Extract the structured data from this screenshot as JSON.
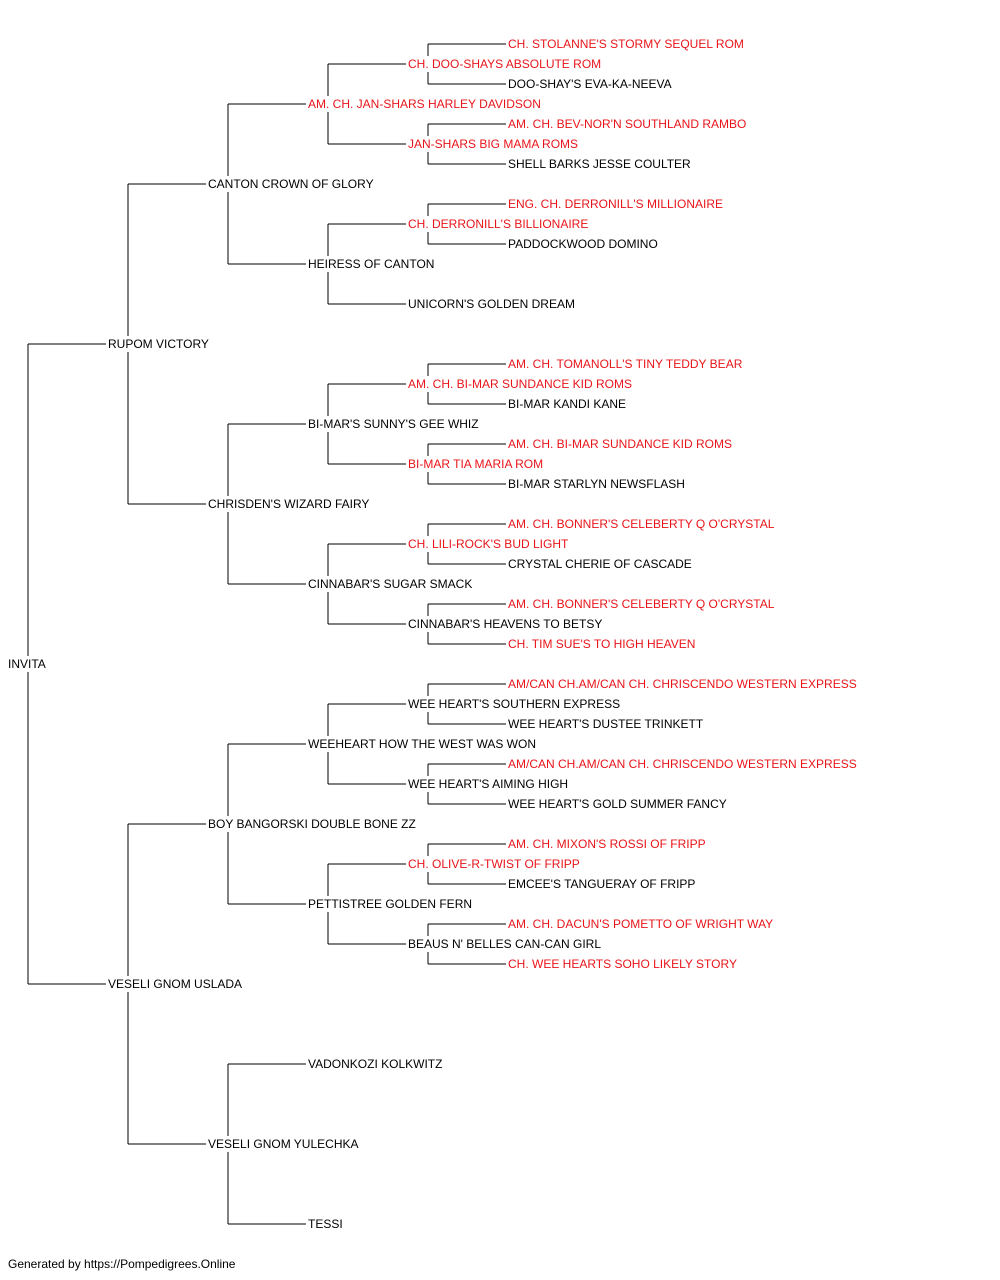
{
  "colors": {
    "champion": "#e8141a",
    "regular": "#000000",
    "lines": "#000000"
  },
  "pedigree": {
    "name": "INVITA",
    "champion": false,
    "sire": {
      "name": "RUPOM VICTORY",
      "champion": false,
      "sire": {
        "name": "CANTON CROWN OF GLORY",
        "champion": false,
        "sire": {
          "name": "AM. CH. JAN-SHARS HARLEY DAVIDSON",
          "champion": true,
          "sire": {
            "name": "CH. DOO-SHAYS ABSOLUTE ROM",
            "champion": true,
            "sire": {
              "name": "CH. STOLANNE'S STORMY SEQUEL ROM",
              "champion": true
            },
            "dam": {
              "name": "DOO-SHAY'S EVA-KA-NEEVA",
              "champion": false
            }
          },
          "dam": {
            "name": "JAN-SHARS BIG MAMA ROMS",
            "champion": true,
            "sire": {
              "name": "AM. CH. BEV-NOR'N SOUTHLAND RAMBO",
              "champion": true
            },
            "dam": {
              "name": "SHELL BARKS JESSE COULTER",
              "champion": false
            }
          }
        },
        "dam": {
          "name": "HEIRESS OF CANTON",
          "champion": false,
          "sire": {
            "name": "CH. DERRONILL'S BILLIONAIRE",
            "champion": true,
            "sire": {
              "name": "ENG. CH. DERRONILL'S MILLIONAIRE",
              "champion": true
            },
            "dam": {
              "name": "PADDOCKWOOD DOMINO",
              "champion": false
            }
          },
          "dam": {
            "name": "UNICORN'S GOLDEN DREAM",
            "champion": false
          }
        }
      },
      "dam": {
        "name": "CHRISDEN'S WIZARD FAIRY",
        "champion": false,
        "sire": {
          "name": "BI-MAR'S SUNNY'S GEE WHIZ",
          "champion": false,
          "sire": {
            "name": "AM. CH. BI-MAR SUNDANCE KID ROMS",
            "champion": true,
            "sire": {
              "name": "AM. CH. TOMANOLL'S TINY TEDDY BEAR",
              "champion": true
            },
            "dam": {
              "name": "BI-MAR KANDI KANE",
              "champion": false
            }
          },
          "dam": {
            "name": "BI-MAR TIA MARIA ROM",
            "champion": true,
            "sire": {
              "name": "AM. CH. BI-MAR SUNDANCE KID ROMS",
              "champion": true
            },
            "dam": {
              "name": "BI-MAR STARLYN NEWSFLASH",
              "champion": false
            }
          }
        },
        "dam": {
          "name": "CINNABAR'S SUGAR SMACK",
          "champion": false,
          "sire": {
            "name": "CH. LILI-ROCK'S BUD LIGHT",
            "champion": true,
            "sire": {
              "name": "AM. CH. BONNER'S CELEBERTY Q O'CRYSTAL",
              "champion": true
            },
            "dam": {
              "name": "CRYSTAL CHERIE OF CASCADE",
              "champion": false
            }
          },
          "dam": {
            "name": "CINNABAR'S HEAVENS TO BETSY",
            "champion": false,
            "sire": {
              "name": "AM. CH. BONNER'S CELEBERTY Q O'CRYSTAL",
              "champion": true
            },
            "dam": {
              "name": "CH. TIM SUE'S TO HIGH HEAVEN",
              "champion": true
            }
          }
        }
      }
    },
    "dam": {
      "name": "VESELI GNOM USLADA",
      "champion": false,
      "sire": {
        "name": "BOY BANGORSKI DOUBLE BONE ZZ",
        "champion": false,
        "sire": {
          "name": "WEEHEART HOW THE WEST WAS WON",
          "champion": false,
          "sire": {
            "name": "WEE HEART'S SOUTHERN EXPRESS",
            "champion": false,
            "sire": {
              "name": "AM/CAN CH.AM/CAN CH. CHRISCENDO WESTERN EXPRESS",
              "champion": true
            },
            "dam": {
              "name": "WEE HEART'S DUSTEE TRINKETT",
              "champion": false
            }
          },
          "dam": {
            "name": "WEE HEART'S AIMING HIGH",
            "champion": false,
            "sire": {
              "name": "AM/CAN CH.AM/CAN CH. CHRISCENDO WESTERN EXPRESS",
              "champion": true
            },
            "dam": {
              "name": "WEE HEART'S GOLD SUMMER FANCY",
              "champion": false
            }
          }
        },
        "dam": {
          "name": "PETTISTREE GOLDEN FERN",
          "champion": false,
          "sire": {
            "name": "CH. OLIVE-R-TWIST OF FRIPP",
            "champion": true,
            "sire": {
              "name": "AM. CH. MIXON'S ROSSI OF FRIPP",
              "champion": true
            },
            "dam": {
              "name": "EMCEE'S TANGUERAY OF FRIPP",
              "champion": false
            }
          },
          "dam": {
            "name": "BEAUS N' BELLES CAN-CAN GIRL",
            "champion": false,
            "sire": {
              "name": "AM. CH. DACUN'S POMETTO OF WRIGHT WAY",
              "champion": true
            },
            "dam": {
              "name": "CH. WEE HEARTS SOHO LIKELY STORY",
              "champion": true
            }
          }
        }
      },
      "dam": {
        "name": "VESELI GNOM YULECHKA",
        "champion": false,
        "sire": {
          "name": "VADONKOZI KOLKWITZ",
          "champion": false
        },
        "dam": {
          "name": "TESSI",
          "champion": false
        }
      }
    }
  },
  "footer": {
    "text": "Generated by https://Pompedigrees.Online"
  }
}
